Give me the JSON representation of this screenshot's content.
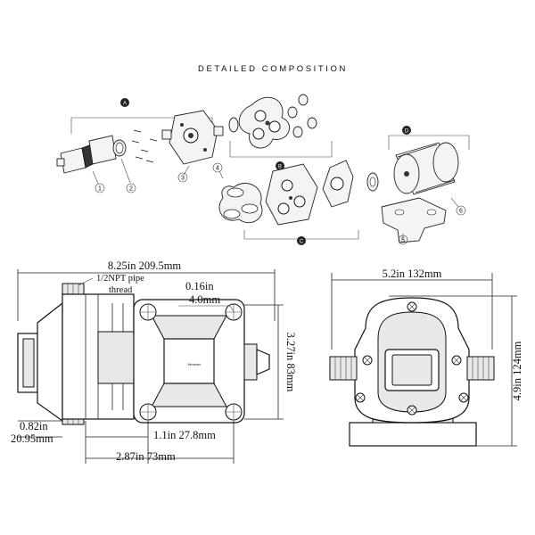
{
  "title": "DETAILED COMPOSITION",
  "group_labels": [
    "A",
    "B",
    "C",
    "D"
  ],
  "part_numbers": [
    "1",
    "2",
    "3",
    "4",
    "5",
    "6"
  ],
  "side_view": {
    "overall_length": "8.25in  209.5mm",
    "thread_note_1": "1/2NPT pipe",
    "thread_note_2": "thread",
    "hole_dia_in": "0.16in",
    "hole_dia_mm": "4.0mm",
    "mount_height": "3.27in  83mm",
    "mount_offset": "1.1in  27.8mm",
    "mount_span": "2.87in  73mm",
    "port_height_in": "0.82in",
    "port_height_mm": "20.95mm",
    "center_label": "Wmelen"
  },
  "front_view": {
    "width": "5.2in 132mm",
    "height": "4.9in 124mm"
  }
}
